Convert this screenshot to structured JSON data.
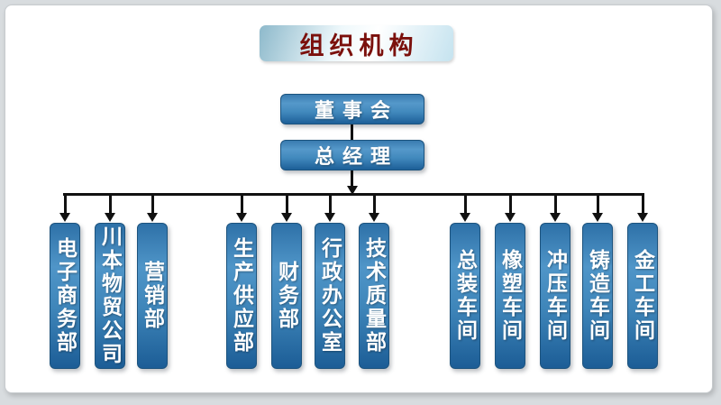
{
  "org": {
    "title": "组织机构",
    "root": "董事会",
    "manager": "总经理",
    "groups": [
      {
        "name": "left",
        "departments": [
          "电子商务部",
          "川本物贸公司",
          "营销部"
        ]
      },
      {
        "name": "middle",
        "departments": [
          "生产供应部",
          "财务部",
          "行政办公室",
          "技术质量部"
        ]
      },
      {
        "name": "right",
        "departments": [
          "总装车间",
          "橡塑车间",
          "冲压车间",
          "铸造车间",
          "金工车间"
        ]
      }
    ]
  },
  "colors": {
    "title_text": "#7b100c",
    "node_fill_top": "#4f95c8",
    "node_fill_bottom": "#1c5d96",
    "node_text": "#ffffff",
    "connector": "#111111",
    "card_background": "#ffffff",
    "page_background": "#d8dcdf"
  }
}
